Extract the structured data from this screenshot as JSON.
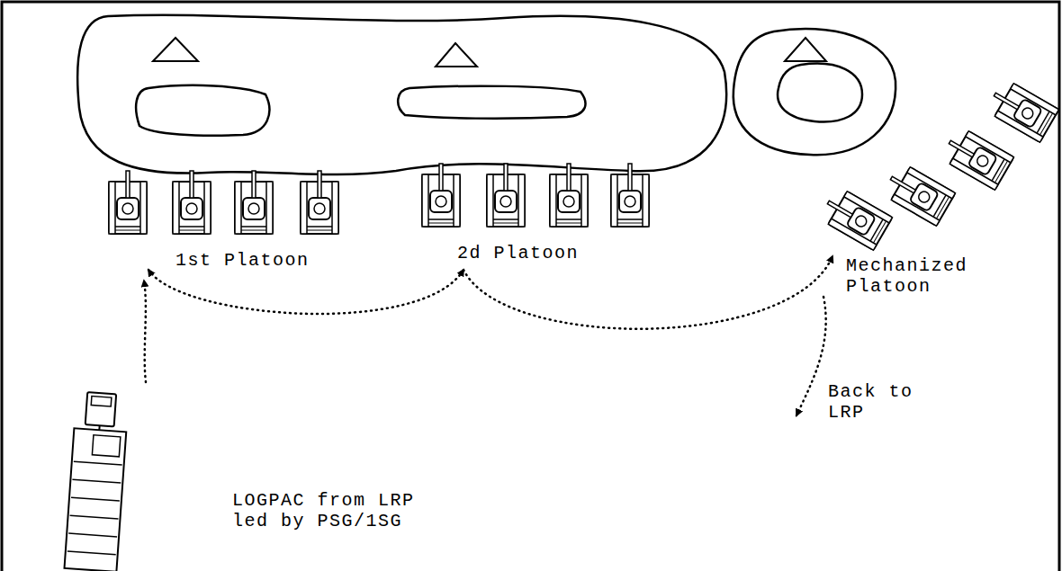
{
  "diagram": {
    "labels": [
      "1st Platoon",
      "2d Platoon",
      "Mechanized Platoon",
      "Back to LRP",
      "LOGPAC from LRP led by PSG/1SG"
    ]
  }
}
